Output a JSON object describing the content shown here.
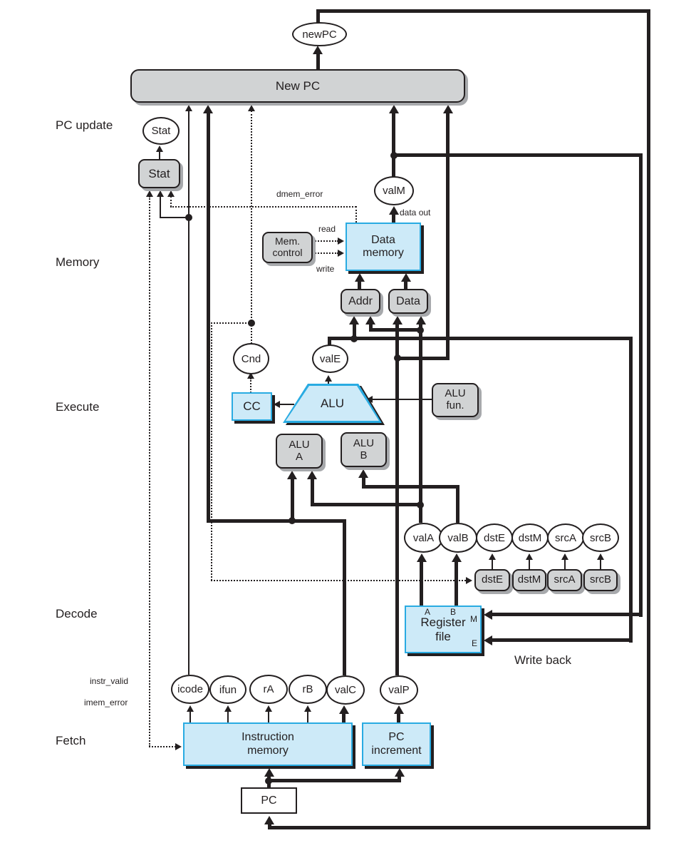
{
  "stages": {
    "pc_update": "PC update",
    "memory": "Memory",
    "execute": "Execute",
    "decode": "Decode",
    "fetch": "Fetch",
    "write_back": "Write back"
  },
  "blocks": {
    "new_pc": "New PC",
    "stat": "Stat",
    "mem_control": "Mem.\ncontrol",
    "data_memory": "Data\nmemory",
    "addr": "Addr",
    "data": "Data",
    "cc": "CC",
    "alu": "ALU",
    "alu_fun": "ALU\nfun.",
    "alu_a": "ALU\nA",
    "alu_b": "ALU\nB",
    "dst_e": "dstE",
    "dst_m": "dstM",
    "src_a": "srcA",
    "src_b": "srcB",
    "register_file": "Register\nfile",
    "instruction_memory": "Instruction\nmemory",
    "pc_increment": "PC\nincrement",
    "pc": "PC"
  },
  "register_ports": {
    "a": "A",
    "b": "B",
    "m": "M",
    "e": "E"
  },
  "signals": {
    "new_pc": "newPC",
    "stat": "Stat",
    "val_m": "valM",
    "cnd": "Cnd",
    "val_e": "valE",
    "val_a": "valA",
    "val_b": "valB",
    "dst_e": "dstE",
    "dst_m": "dstM",
    "src_a": "srcA",
    "src_b": "srcB",
    "icode": "icode",
    "ifun": "ifun",
    "r_a": "rA",
    "r_b": "rB",
    "val_c": "valC",
    "val_p": "valP"
  },
  "wire_labels": {
    "dmem_error": "dmem_error",
    "data_out": "data out",
    "read": "read",
    "write": "write",
    "instr_valid": "instr_valid",
    "imem_error": "imem_error"
  },
  "colors": {
    "block_gray": "#d1d3d4",
    "block_blue": "#cdeaf8",
    "blue_border": "#29abe2",
    "line": "#231f20",
    "shadow_gray": "#a7a9ac"
  }
}
